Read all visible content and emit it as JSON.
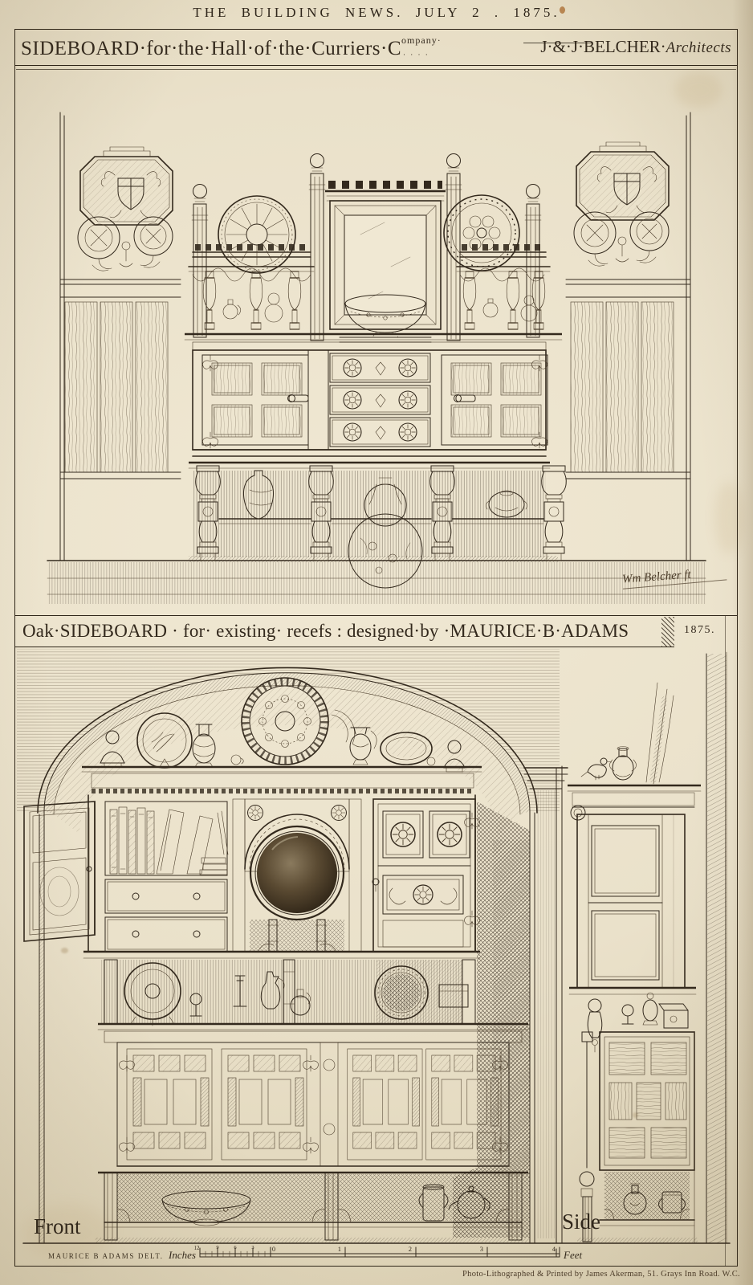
{
  "page": {
    "masthead": "THE BUILDING NEWS. JULY 2 . 1875.",
    "colors": {
      "paper": "#eae1cb",
      "ink": "#33291d"
    }
  },
  "plate1": {
    "title_main": "SIDEBOARD·for·the·Hall·of·the·Curriers·C",
    "company_superscript": "ompany·",
    "company_dots": "· · · ·",
    "architects_names": "J·&·J·BELCHER·",
    "architects_word": "Architects",
    "signature": "Wm Belcher ft"
  },
  "plate2": {
    "title": "Oak·SIDEBOARD · for· existing· recefs :  designed·by ·MAURICE·B·ADAMS",
    "year": "1875.",
    "label_front": "Front",
    "label_side": "Side"
  },
  "footer": {
    "delineator": "MAURICE B ADAMS DELT.",
    "scale_label_inches": "Inches",
    "scale_inch_marks": [
      "12",
      "9",
      "6",
      "3",
      "0"
    ],
    "scale_feet_marks": [
      "1",
      "2",
      "3",
      "4"
    ],
    "scale_label_feet": "Feet",
    "imprint": "Photo-Lithographed & Printed by James Akerman, 51. Grays Inn Road. W.C."
  }
}
